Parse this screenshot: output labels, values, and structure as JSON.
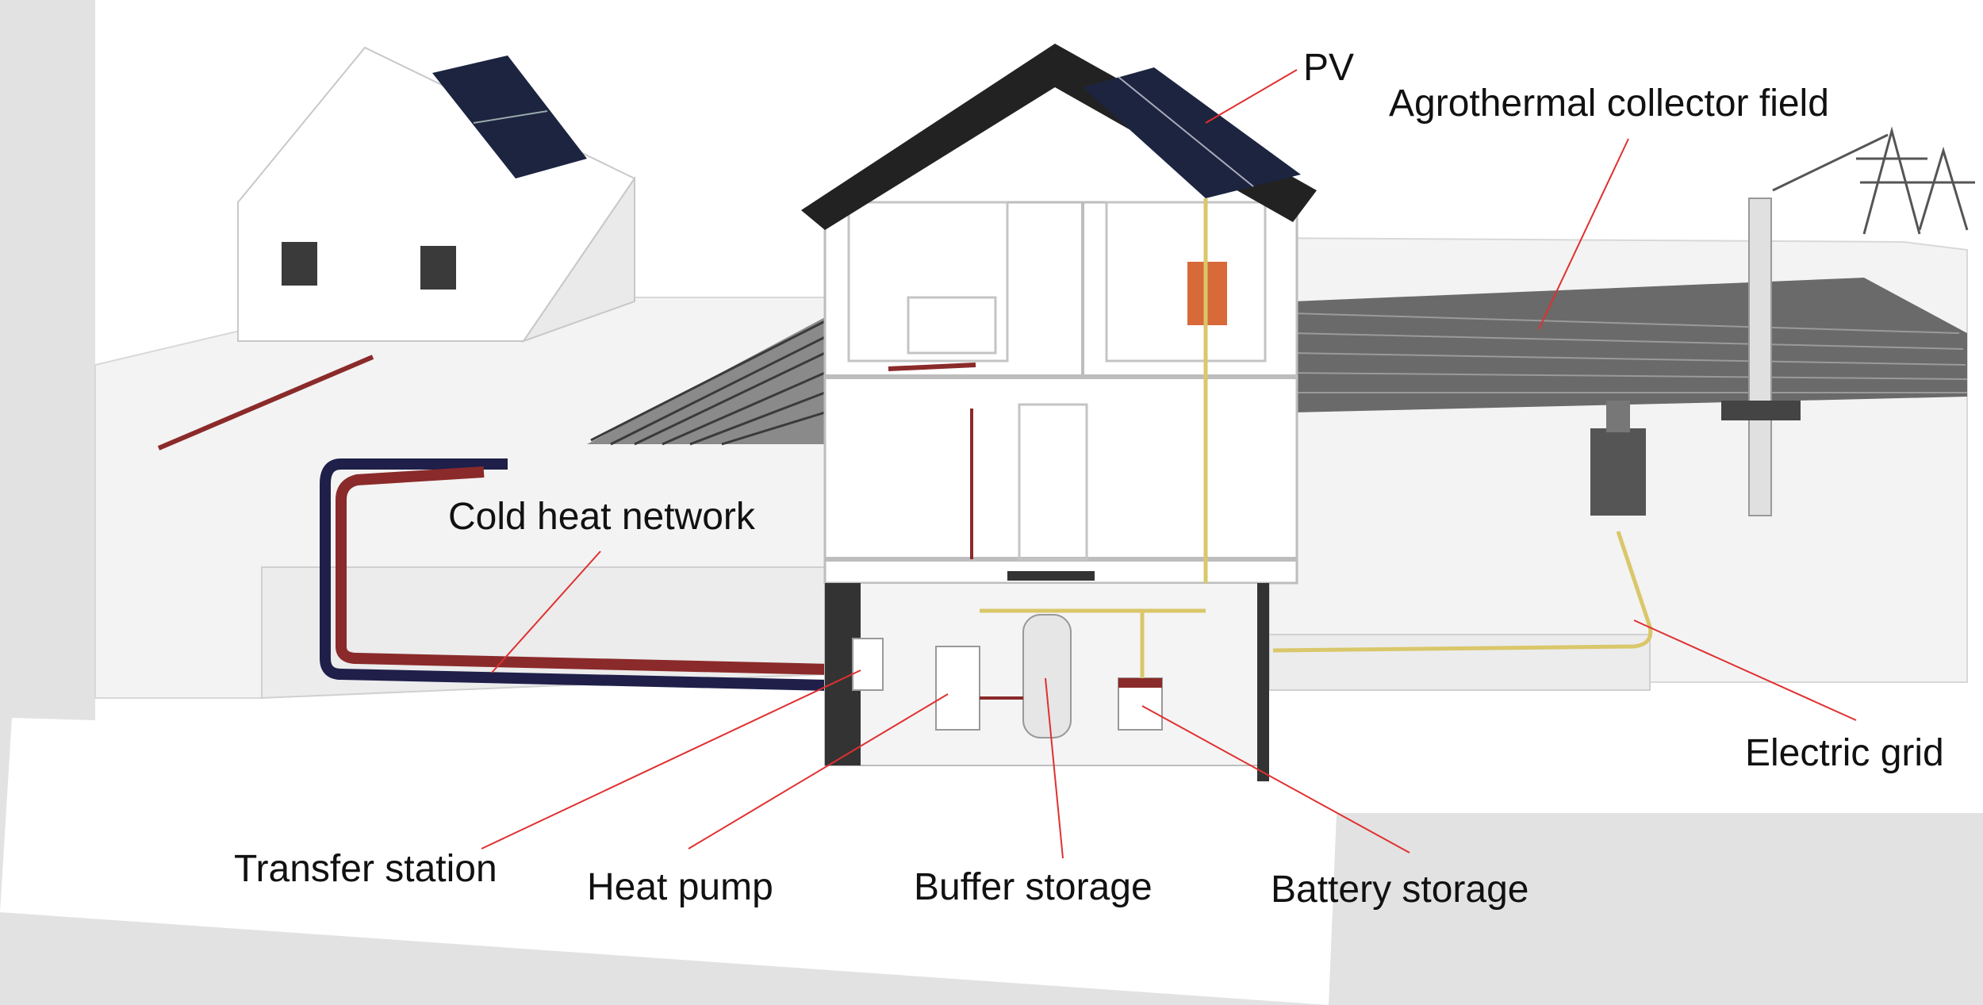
{
  "labels": {
    "pv": "PV",
    "agrothermal": "Agrothermal collector field",
    "cold_heat_network": "Cold heat network",
    "electric_grid": "Electric grid",
    "transfer_station": "Transfer station",
    "heat_pump": "Heat pump",
    "buffer_storage": "Buffer storage",
    "battery_storage": "Battery storage"
  },
  "colors": {
    "background": "#e2e2e2",
    "ground": "#f2f2f2",
    "wall": "#ffffff",
    "roof": "#222222",
    "solar_panel": "#1c2440",
    "warm_pipe": "#8b2a2a",
    "cold_pipe": "#1f1f4a",
    "electric_cable": "#d9c76a",
    "callout_line": "#e03030",
    "transformer_box": "#d86a3a"
  },
  "icons": {
    "house_main": "house-cutaway-illustration",
    "house_neighbor": "house-illustration",
    "pylon": "power-pylon-icon",
    "collector": "collector-field-illustration"
  }
}
